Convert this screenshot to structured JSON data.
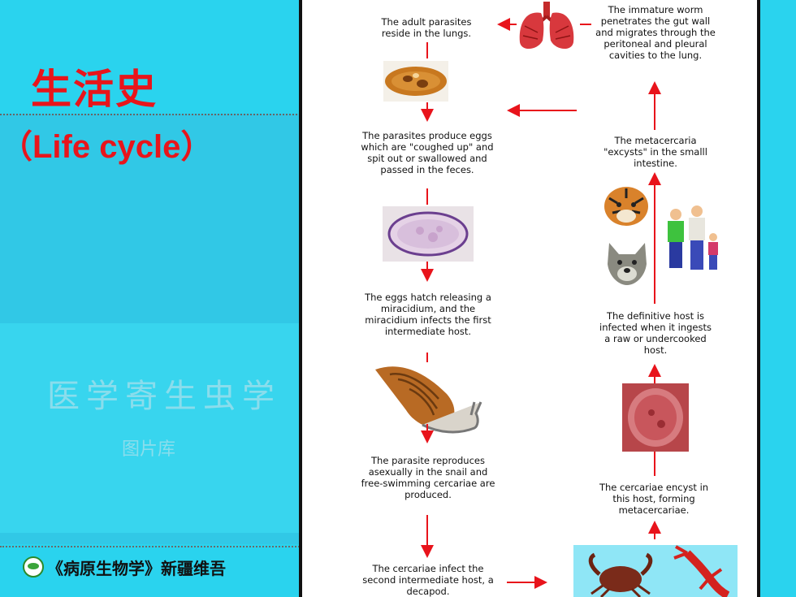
{
  "slide": {
    "title_cn": "生活史",
    "title_en": "（Life  cycle）",
    "watermark_title": "医学寄生虫学",
    "watermark_sub": "图片库",
    "footer": "《病原生物学》新疆维吾"
  },
  "diagram": {
    "steps": {
      "adult": "The adult parasites reside in the lungs.",
      "eggs_produced": "The parasites produce eggs which are \"coughed up\" and spit out or swallowed and passed in the feces.",
      "hatch": "The eggs hatch releasing a miracidium, and the miracidium infects the first intermediate host.",
      "reproduce": "The parasite reproduces asexually in the snail and free-swimming cercariae are produced.",
      "infect_second": "The cercariae infect the second intermediate host, a decapod.",
      "encyst": "The cercariae encyst in this host, forming metacercariae.",
      "definitive": "The definitive host is infected when it ingests a raw or undercooked host.",
      "excyst": "The metacercaria \"excysts\" in the smalll intestine.",
      "migrate": "The immature worm penetrates the gut wall and migrates through the peritoneal and pleural cavities to the lung."
    }
  },
  "colors": {
    "arrow": "#e8131b",
    "title": "#e8151b",
    "background": "#2ad3ee"
  }
}
